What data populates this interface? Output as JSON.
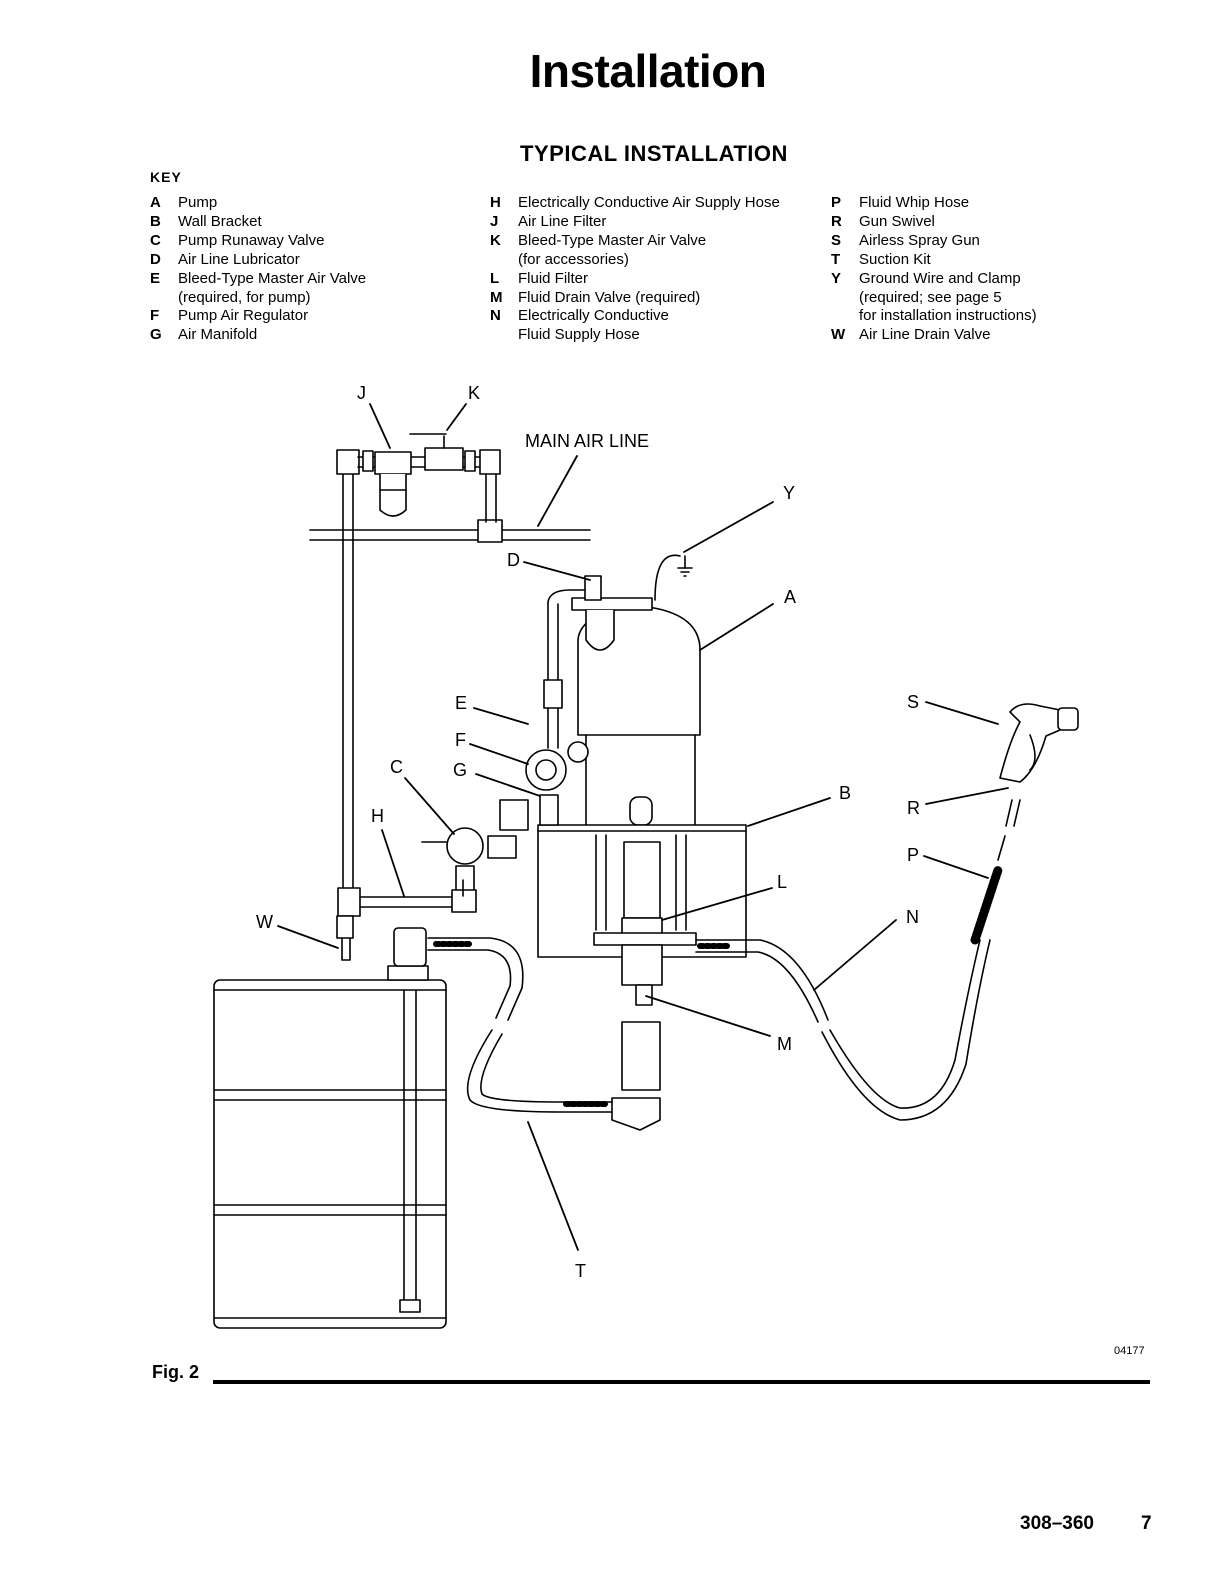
{
  "page_title": "Installation",
  "section_title": "TYPICAL INSTALLATION",
  "key_heading": "KEY",
  "key_columns": [
    [
      {
        "letter": "A",
        "text": "Pump"
      },
      {
        "letter": "B",
        "text": "Wall Bracket"
      },
      {
        "letter": "C",
        "text": "Pump Runaway Valve"
      },
      {
        "letter": "D",
        "text": "Air Line Lubricator"
      },
      {
        "letter": "E",
        "text": "Bleed-Type Master Air Valve\n(required, for pump)"
      },
      {
        "letter": "F",
        "text": "Pump Air Regulator"
      },
      {
        "letter": "G",
        "text": "Air Manifold"
      }
    ],
    [
      {
        "letter": "H",
        "text": "Electrically Conductive Air Supply Hose"
      },
      {
        "letter": "J",
        "text": "Air Line Filter"
      },
      {
        "letter": "K",
        "text": "Bleed-Type Master Air Valve\n(for accessories)"
      },
      {
        "letter": "L",
        "text": "Fluid Filter"
      },
      {
        "letter": "M",
        "text": "Fluid Drain Valve (required)"
      },
      {
        "letter": "N",
        "text": "Electrically Conductive\nFluid Supply Hose"
      }
    ],
    [
      {
        "letter": "P",
        "text": "Fluid Whip Hose"
      },
      {
        "letter": "R",
        "text": "Gun Swivel"
      },
      {
        "letter": "S",
        "text": "Airless Spray Gun"
      },
      {
        "letter": "T",
        "text": "Suction Kit"
      },
      {
        "letter": "Y",
        "text": "Ground Wire and Clamp\n(required; see page 5\nfor installation instructions)"
      },
      {
        "letter": "W",
        "text": "Air Line Drain Valve"
      }
    ]
  ],
  "diagram": {
    "main_air_line_label": "MAIN AIR LINE",
    "callouts": {
      "J": "J",
      "K": "K",
      "Y": "Y",
      "D": "D",
      "A": "A",
      "E": "E",
      "F": "F",
      "C": "C",
      "G": "G",
      "H": "H",
      "B": "B",
      "S": "S",
      "R": "R",
      "P": "P",
      "L": "L",
      "N": "N",
      "W": "W",
      "M": "M",
      "T": "T"
    }
  },
  "figure_label": "Fig. 2",
  "figure_number": "04177",
  "doc_number": "308–360",
  "page_number": "7"
}
